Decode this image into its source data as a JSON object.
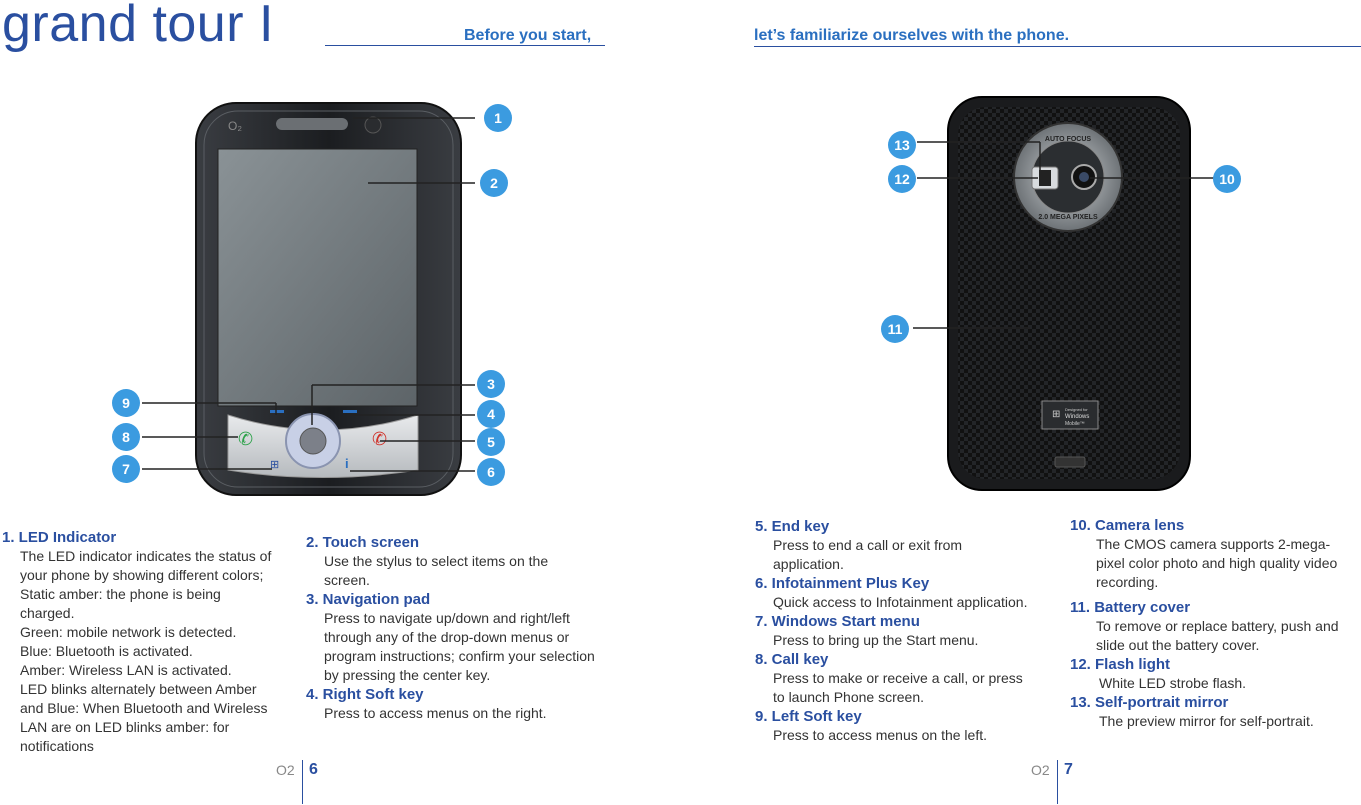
{
  "page": {
    "title": "grand tour I",
    "left_header": "Before you start,",
    "right_header": "let’s familiarize ourselves with the phone."
  },
  "callouts": [
    "1",
    "2",
    "3",
    "4",
    "5",
    "6",
    "7",
    "8",
    "9",
    "10",
    "11",
    "12",
    "13"
  ],
  "phone_back": {
    "camera_top_text": "AUTO FOCUS",
    "camera_bottom_text": "2.0 MEGA PIXELS",
    "logo_line1": "Designed for",
    "logo_line2": "Windows",
    "logo_line3": "Mobile™"
  },
  "items_col1": [
    {
      "title": "1. LED Indicator",
      "lines": [
        "The LED indicator indicates the status of",
        "your phone by showing different colors;",
        "Static amber: the phone is being",
        "charged.",
        "Green: mobile network is detected.",
        "Blue: Bluetooth is activated.",
        "Amber: Wireless LAN is activated.",
        "LED blinks alternately between Amber",
        "and Blue: When Bluetooth and Wireless",
        "LAN are on LED blinks amber: for",
        "notifications"
      ]
    }
  ],
  "items_col2": [
    {
      "title": "2. Touch screen",
      "lines": [
        "Use the stylus to select items on the",
        "screen."
      ]
    },
    {
      "title": "3. Navigation pad",
      "lines": [
        "Press to navigate up/down and right/left",
        "through any of the drop-down menus or",
        "program instructions; confirm your selection",
        "by pressing the center key."
      ]
    },
    {
      "title": "4. Right Soft key",
      "lines": [
        "Press to access menus on the right."
      ]
    }
  ],
  "items_col3": [
    {
      "title": "5. End key",
      "lines": [
        "Press to end a call or exit from",
        "application."
      ]
    },
    {
      "title": "6. Infotainment Plus Key",
      "lines": [
        "Quick access to Infotainment application."
      ]
    },
    {
      "title": "7. Windows Start menu",
      "lines": [
        "Press to bring up the Start menu."
      ]
    },
    {
      "title": "8. Call key",
      "lines": [
        "Press to make or receive a call, or press",
        "to launch Phone screen."
      ]
    },
    {
      "title": "9. Left Soft key",
      "lines": [
        "Press to access menus on the left."
      ]
    }
  ],
  "items_col4": [
    {
      "title": "10. Camera lens",
      "lines": [
        "The CMOS camera supports 2-mega-",
        "pixel color photo and high quality video",
        "recording."
      ]
    },
    {
      "title": "11. Battery cover",
      "lines": [
        "To remove or replace battery, push and",
        "slide out the battery cover."
      ]
    },
    {
      "title": "12. Flash light",
      "lines": [
        "White LED strobe flash."
      ]
    },
    {
      "title": "13. Self-portrait mirror",
      "lines": [
        "The preview mirror for self-portrait."
      ]
    }
  ],
  "footer": {
    "left_brand": "O2",
    "left_page": "6",
    "right_brand": "O2",
    "right_page": "7"
  },
  "colors": {
    "brand_blue": "#2a4fa0",
    "header_blue": "#2a6fc0",
    "badge_blue": "#3b9be0"
  }
}
